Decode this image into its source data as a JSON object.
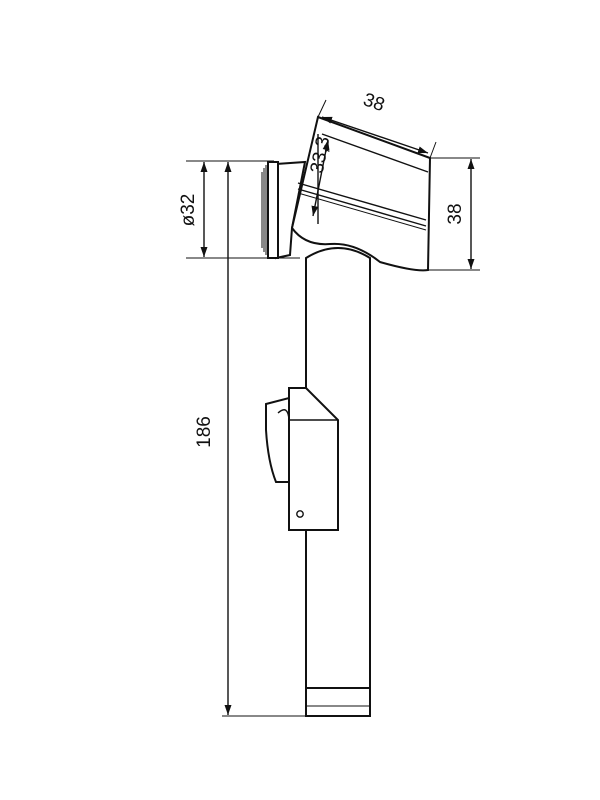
{
  "dimensions": {
    "head_width": "38",
    "head_height": "38",
    "nozzle_offset": "33,3",
    "nozzle_diameter": "ø32",
    "total_length": "186"
  },
  "colors": {
    "line": "#111111",
    "background": "#ffffff"
  }
}
